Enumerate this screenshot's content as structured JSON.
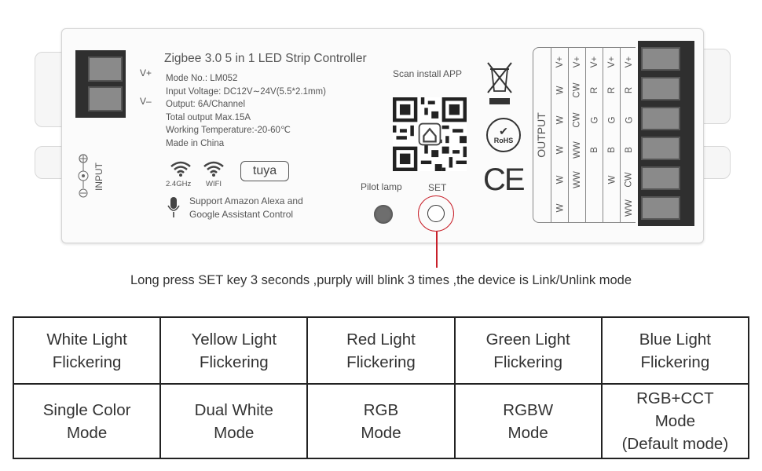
{
  "device": {
    "title": "Zigbee 3.0 5 in 1 LED Strip Controller",
    "specs": [
      "Mode No.: LM052",
      "Input Voltage: DC12V∼24V(5.5*2.1mm)",
      "Output: 6A/Channel",
      "Total output Max.15A",
      "Working Temperature:-20-60℃",
      "Made in China"
    ],
    "v_plus": "V+",
    "v_minus": "V–",
    "input_label": "INPUT",
    "scan_label": "Scan install APP",
    "wifi_24": "2.4GHz",
    "wifi": "WIFI",
    "tuya": "tuya",
    "voice_line1": "Support Amazon Alexa and",
    "voice_line2": "Google Assistant Control",
    "pilot_label": "Pilot lamp",
    "set_label": "SET",
    "rohs": "RoHS",
    "ce": "CE",
    "output_label": "OUTPUT",
    "output_columns": [
      [
        "V+",
        "W",
        "W",
        "W",
        "W",
        "W"
      ],
      [
        "V+",
        "CW",
        "CW",
        "WW",
        "WW",
        ""
      ],
      [
        "V+",
        "R",
        "G",
        "B",
        "",
        ""
      ],
      [
        "V+",
        "R",
        "G",
        "B",
        "W",
        ""
      ],
      [
        "V+",
        "R",
        "G",
        "B",
        "CW",
        "WW"
      ]
    ]
  },
  "instruction": "Long press SET key 3 seconds ,purply will blink 3 times ,the device is Link/Unlink mode",
  "table": {
    "row1": [
      "White Light\nFlickering",
      "Yellow Light\nFlickering",
      "Red Light\nFlickering",
      "Green Light\nFlickering",
      "Blue Light\nFlickering"
    ],
    "row2": [
      "Single Color\nMode",
      "Dual White\nMode",
      "RGB\nMode",
      "RGBW\nMode",
      "RGB+CCT\nMode\n(Default mode)"
    ]
  },
  "colors": {
    "set_ring": "#c8202a",
    "terminal": "#2f2f2f"
  }
}
